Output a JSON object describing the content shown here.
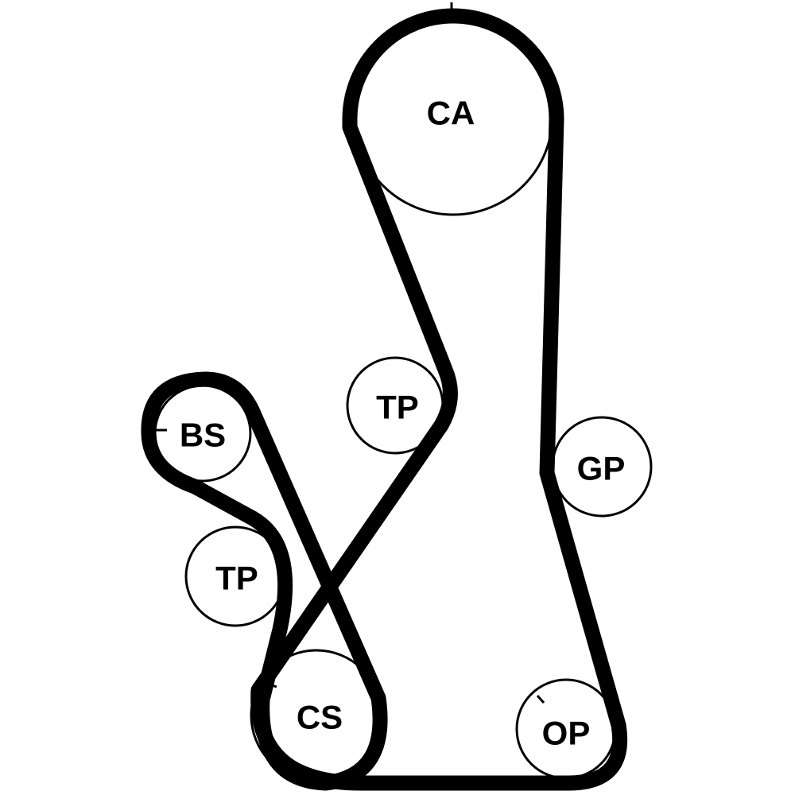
{
  "diagram": {
    "type": "timing-belt-routing",
    "pulleys": [
      {
        "id": "ca",
        "label": "CA"
      },
      {
        "id": "tp-upper",
        "label": "TP"
      },
      {
        "id": "gp",
        "label": "GP"
      },
      {
        "id": "bs",
        "label": "BS"
      },
      {
        "id": "tp-lower",
        "label": "TP"
      },
      {
        "id": "cs",
        "label": "CS"
      },
      {
        "id": "op",
        "label": "OP"
      }
    ],
    "colors": {
      "belt": "#000000",
      "background": "#ffffff"
    }
  }
}
